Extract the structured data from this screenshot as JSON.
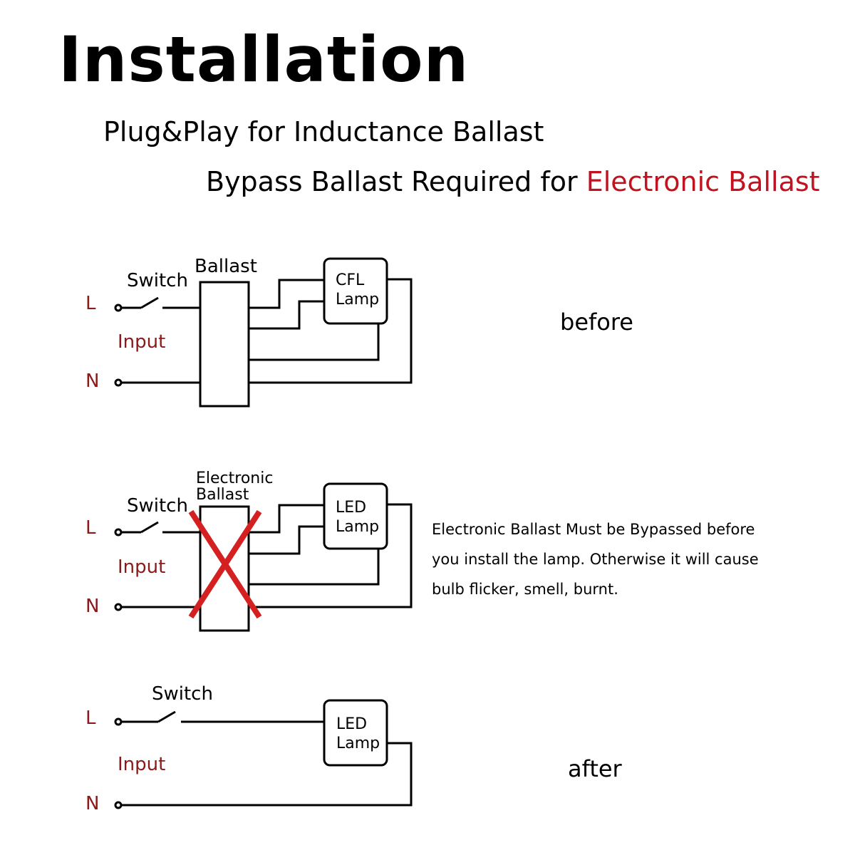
{
  "header": {
    "title": "Installation",
    "subtitle_1": "Plug&Play for Inductance Ballast",
    "subtitle_2_prefix": "Bypass Ballast Required for ",
    "subtitle_2_highlight": "Electronic Ballast"
  },
  "colors": {
    "highlight": "#c1121f",
    "input_label": "#8b1a1a",
    "cross": "#d42020"
  },
  "diagrams": {
    "before": {
      "caption": "before",
      "l_label": "L",
      "n_label": "N",
      "input_label": "Input",
      "switch_label": "Switch",
      "ballast_label": "Ballast",
      "lamp_line1": "CFL",
      "lamp_line2": "Lamp"
    },
    "bypass": {
      "l_label": "L",
      "n_label": "N",
      "input_label": "Input",
      "switch_label": "Switch",
      "ballast_line1": "Electronic",
      "ballast_line2": "Ballast",
      "lamp_line1": "LED",
      "lamp_line2": "Lamp",
      "note_line1": "Electronic Ballast Must be Bypassed before",
      "note_line2": "you install the lamp. Otherwise it will cause",
      "note_line3": "bulb flicker, smell, burnt."
    },
    "after": {
      "caption": "after",
      "l_label": "L",
      "n_label": "N",
      "input_label": "Input",
      "switch_label": "Switch",
      "lamp_line1": "LED",
      "lamp_line2": "Lamp"
    }
  }
}
